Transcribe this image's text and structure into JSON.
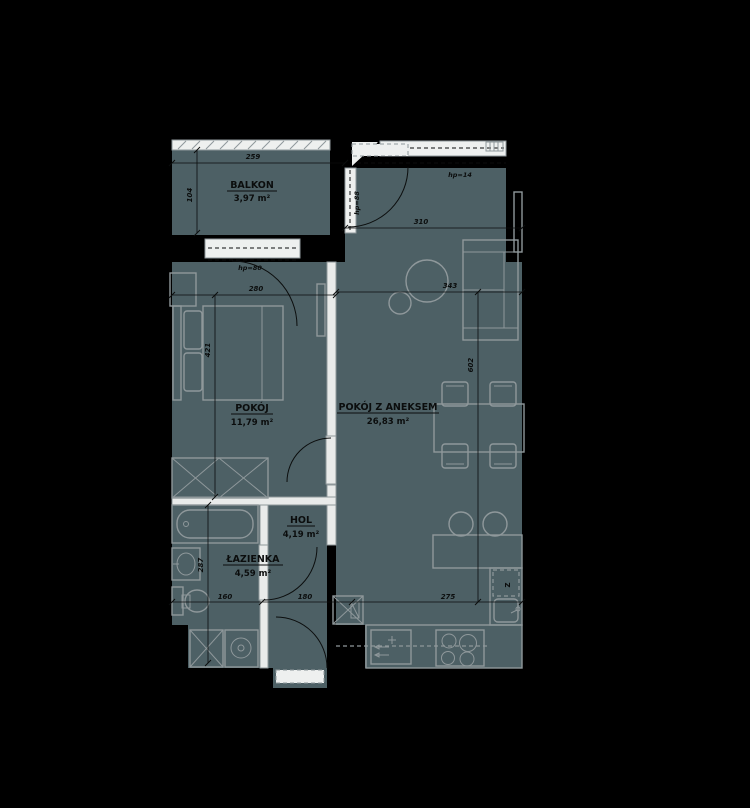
{
  "plan": {
    "labels": {
      "balkon": {
        "name": "BALKON",
        "area": "3,97 m²"
      },
      "pokoj": {
        "name": "POKÓJ",
        "area": "11,79 m²"
      },
      "pokoj_z_aneksem": {
        "name": "POKÓJ Z ANEKSEM",
        "area": "26,83 m²"
      },
      "hol": {
        "name": "HOL",
        "area": "4,19 m²"
      },
      "lazienka": {
        "name": "ŁAZIENKA",
        "area": "4,59 m²"
      }
    },
    "dims": {
      "balcony_width": "259",
      "balcony_depth": "104",
      "pokoj_width": "280",
      "pokoj_height": "421",
      "living_width_top": "310",
      "living_width_mid": "343",
      "living_height": "602",
      "bathroom_height": "287",
      "bottom_left": "160",
      "bottom_mid": "180",
      "bottom_right": "275",
      "sill_pokoj_window": "hp=80",
      "sill_side_window": "hp=88",
      "sill_living_window": "hp=14"
    },
    "appliances": {
      "dishwasher": "Z"
    },
    "colors": {
      "background": "#000000",
      "floor": "#4d6065",
      "wall": "#000000",
      "partition": "#e9ebea",
      "furniture_line": "#8f989b",
      "text": "#0b0d0d"
    }
  }
}
